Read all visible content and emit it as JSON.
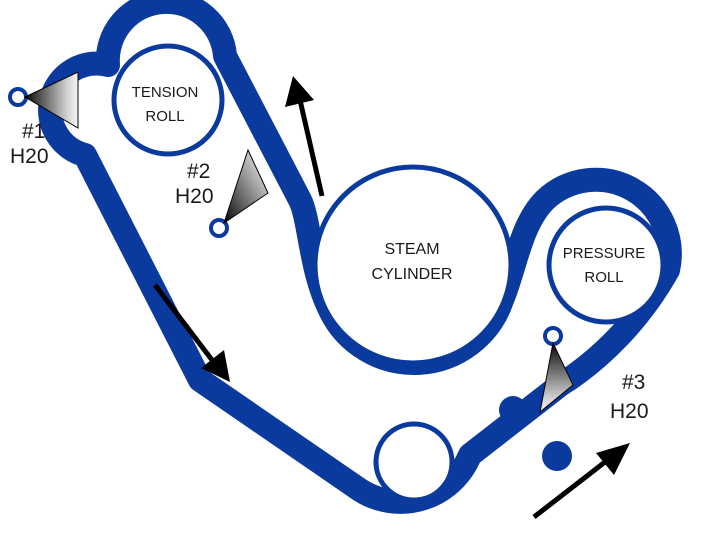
{
  "colors": {
    "belt": "#0b3a9e",
    "arrow": "#000000",
    "background": "#ffffff",
    "spray_gradient": [
      "#000000",
      "#3a3a3a",
      "#6e6e6e",
      "#a0a0a0",
      "#d2d2d2",
      "#f4f4f4"
    ]
  },
  "rolls": {
    "tension": {
      "line1": "TENSION",
      "line2": "ROLL"
    },
    "steam": {
      "line1": "STEAM",
      "line2": "CYLINDER"
    },
    "pressure": {
      "line1": "PRESSURE",
      "line2": "ROLL"
    }
  },
  "nozzles": {
    "n1": {
      "line1": "#1",
      "line2": "H20"
    },
    "n2": {
      "line1": "#2",
      "line2": "H20"
    },
    "n3": {
      "line1": "#3",
      "line2": "H20"
    }
  },
  "icons": [
    "spray-nozzle-icon",
    "direction-arrow-icon"
  ]
}
